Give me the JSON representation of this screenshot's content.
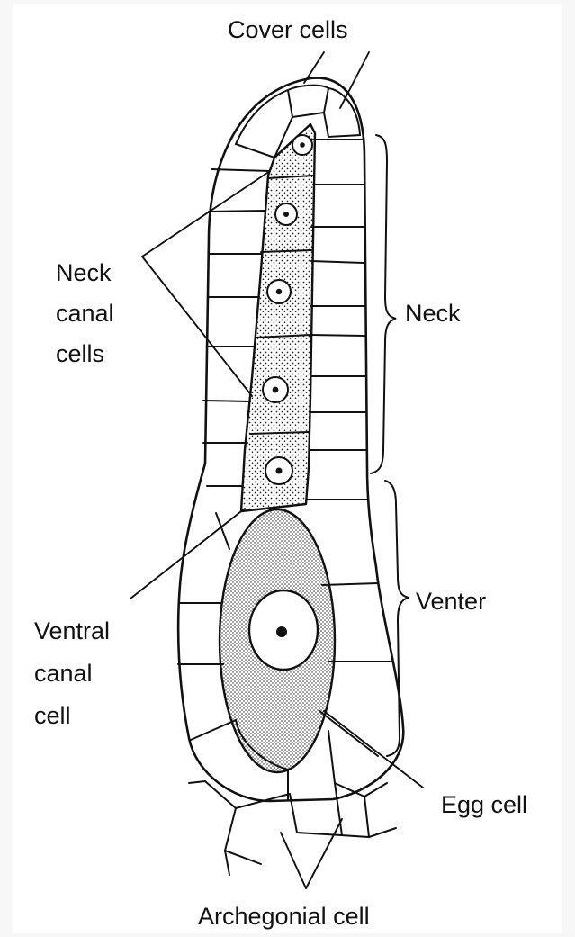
{
  "diagram": {
    "labels": {
      "cover_cells": "Cover cells",
      "neck_canal_cells": [
        "Neck",
        "canal",
        "cells"
      ],
      "neck": "Neck",
      "venter": "Venter",
      "ventral_canal_cell": [
        "Ventral",
        "canal",
        "cell"
      ],
      "egg_cell": "Egg cell",
      "archegonial_cell": "Archegonial cell"
    },
    "colors": {
      "ink": "#111111",
      "paper": "#ffffff",
      "background": "#f7f7f7",
      "stipple": "#222222"
    }
  }
}
